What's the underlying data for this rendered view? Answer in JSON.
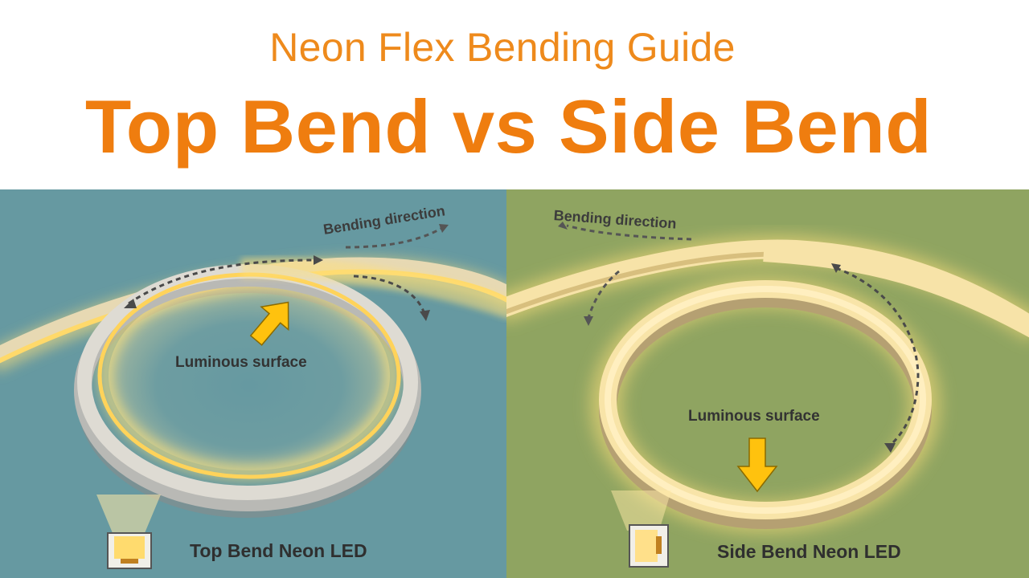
{
  "header": {
    "subtitle": "Neon Flex Bending Guide",
    "title": "Top Bend vs Side Bend"
  },
  "colors": {
    "accent_orange": "#ef7d0f",
    "left_panel_bg": "#6699a1",
    "right_panel_bg": "#8fa461",
    "glow_yellow": "#ffe17a",
    "arrow_yellow": "#ffc20e"
  },
  "left_panel": {
    "bending_direction": "Bending direction",
    "luminous_surface": "Luminous surface",
    "caption": "Top Bend Neon LED"
  },
  "right_panel": {
    "bending_direction": "Bending direction",
    "luminous_surface": "Luminous surface",
    "caption": "Side Bend Neon LED"
  }
}
